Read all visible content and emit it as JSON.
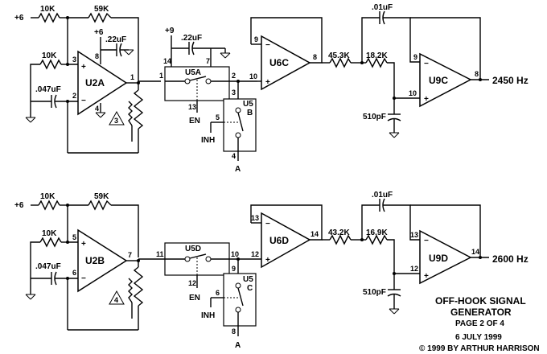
{
  "colors": {
    "ink": "#000000",
    "background": "#ffffff"
  },
  "top": {
    "supply_in": "+6",
    "r_in": "10K",
    "r_fb": "59K",
    "r_bias": "10K",
    "opamp": "U2A",
    "opamp_plus": "+6",
    "opamp_cap": ".22uF",
    "pin_a": "3",
    "pin_b": "2",
    "pin_c": "8",
    "pin_d": "4",
    "pin_out": "1",
    "cap_in": ".047uF",
    "tri_label": "3",
    "switch": {
      "supply": "+9",
      "cap": ".22uF",
      "name": "U5A",
      "pin_left": "14",
      "pin_right": "7",
      "pin_in": "1",
      "pin_out": "2",
      "pin_ctl": "13",
      "ctl_label": "EN"
    },
    "switch2": {
      "name_a": "U5",
      "name_b": "B",
      "pin_top": "3",
      "pin_ctl": "5",
      "pin_bot": "4",
      "ctl_label": "INH",
      "bot_label": "A"
    },
    "buffer": {
      "name": "U6C",
      "pin_neg": "9",
      "pin_pos": "10",
      "pin_out": "8"
    },
    "filter": {
      "r1": "45.3K",
      "r2": "18.2K",
      "c_fb": ".01uF",
      "c_gnd": "510pF",
      "name": "U9C",
      "pin_neg": "9",
      "pin_pos": "10",
      "pin_out": "8"
    },
    "output": "2450 Hz"
  },
  "bottom": {
    "supply_in": "+6",
    "r_in": "10K",
    "r_fb": "59K",
    "r_bias": "10K",
    "opamp": "U2B",
    "pin_a": "5",
    "pin_b": "6",
    "pin_out": "7",
    "cap_in": ".047uF",
    "tri_label": "4",
    "switch": {
      "name": "U5D",
      "pin_in": "11",
      "pin_out": "10",
      "pin_ctl": "12",
      "ctl_label": "EN"
    },
    "switch2": {
      "name_a": "U5",
      "name_b": "C",
      "pin_top": "9",
      "pin_ctl": "6",
      "pin_bot": "8",
      "ctl_label": "INH",
      "bot_label": "A"
    },
    "buffer": {
      "name": "U6D",
      "pin_neg": "13",
      "pin_pos": "12",
      "pin_out": "14"
    },
    "filter": {
      "r1": "43.2K",
      "r2": "16.9K",
      "c_fb": ".01uF",
      "c_gnd": "510pF",
      "name": "U9D",
      "pin_neg": "13",
      "pin_pos": "12",
      "pin_out": "14"
    },
    "output": "2600 Hz"
  },
  "title": {
    "line1": "OFF-HOOK SIGNAL",
    "line2": "GENERATOR",
    "page": "PAGE 2 OF 4",
    "date": "6 JULY 1999",
    "copyright": "© 1999 BY ARTHUR HARRISON"
  }
}
